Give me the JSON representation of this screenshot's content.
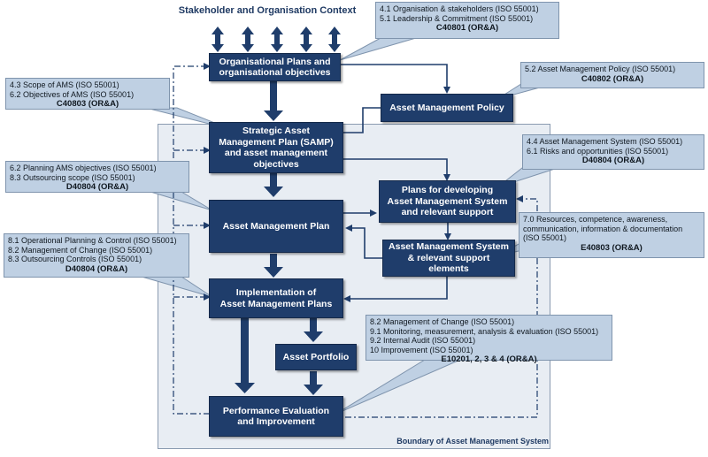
{
  "title": "Stakeholder and Organisation Context",
  "boundary_label": "Boundary of Asset Management System",
  "boxes": {
    "org_plans": "Organisational Plans and\norganisational objectives",
    "am_policy": "Asset Management Policy",
    "samp": "Strategic Asset\nManagement Plan (SAMP)\nand asset management\nobjectives",
    "plans_dev": "Plans for developing\nAsset Management System\nand relevant support",
    "am_plan": "Asset Management Plan",
    "ams_support": "Asset Management System\n& relevant support\nelements",
    "implementation": "Implementation of\nAsset Management Plans",
    "portfolio": "Asset Portfolio",
    "performance": "Performance Evaluation\nand Improvement"
  },
  "notes": {
    "n1": {
      "lines": [
        "4.1 Organisation & stakeholders (ISO 55001)",
        "5.1 Leadership & Commitment (ISO 55001)"
      ],
      "code": "C40801 (OR&A)"
    },
    "n2": {
      "lines": [
        "5.2 Asset Management Policy (ISO 55001)"
      ],
      "code": "C40802 (OR&A)"
    },
    "n3": {
      "lines": [
        "4.3 Scope of AMS (ISO 55001)",
        "6.2 Objectives of AMS (ISO 55001)"
      ],
      "code": "C40803 (OR&A)"
    },
    "n4": {
      "lines": [
        "4.4 Asset Management System (ISO 55001)",
        "6.1 Risks and opportunities (ISO 55001)"
      ],
      "code": "D40804 (OR&A)"
    },
    "n5": {
      "lines": [
        "6.2 Planning AMS objectives (ISO 55001)",
        "8.3 Outsourcing scope (ISO 55001)"
      ],
      "code": "D40804 (OR&A)"
    },
    "n6": {
      "lines": [
        "7.0 Resources, competence, awareness,",
        "communication, information & documentation",
        "(ISO 55001)"
      ],
      "code": "E40803 (OR&A)"
    },
    "n7": {
      "lines": [
        "8.1 Operational Planning & Control (ISO 55001)",
        "8.2 Management of Change (ISO 55001)",
        "8.3 Outsourcing Controls (ISO 55001)"
      ],
      "code": "D40804 (OR&A)"
    },
    "n8": {
      "lines": [
        "8.2 Management of Change (ISO 55001)",
        "9.1 Monitoring, measurement, analysis & evaluation (ISO 55001)",
        "9.2 Internal Audit (ISO 55001)",
        "10 Improvement (ISO 55001)"
      ],
      "code": "E10201, 2, 3 & 4 (OR&A)"
    }
  }
}
